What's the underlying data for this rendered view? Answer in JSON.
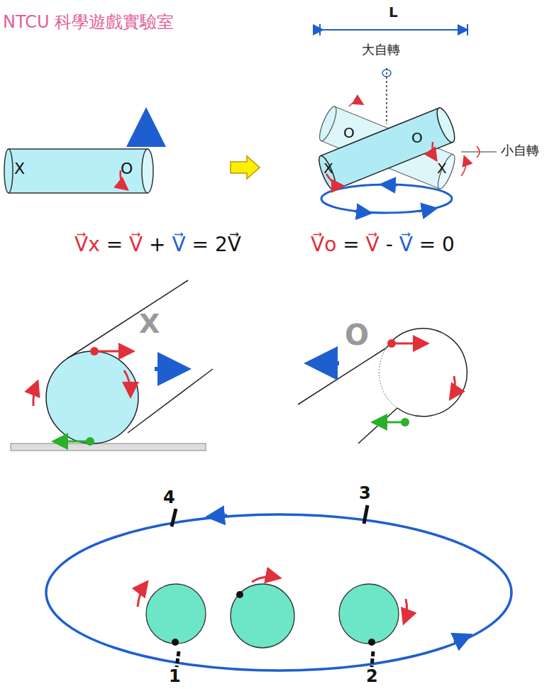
{
  "diagram": {
    "title": "NTCU 科學遊戲實驗室",
    "labels": [
      "L",
      "大自轉",
      "小自轉",
      "X",
      "O",
      "O",
      "O",
      "X",
      "X",
      "V⃗x = V⃗ + V⃗ = 2V⃗",
      "V⃗o = V⃗ - V⃗ = 0",
      "X",
      "O",
      "4",
      "3",
      "1",
      "2"
    ]
  }
}
